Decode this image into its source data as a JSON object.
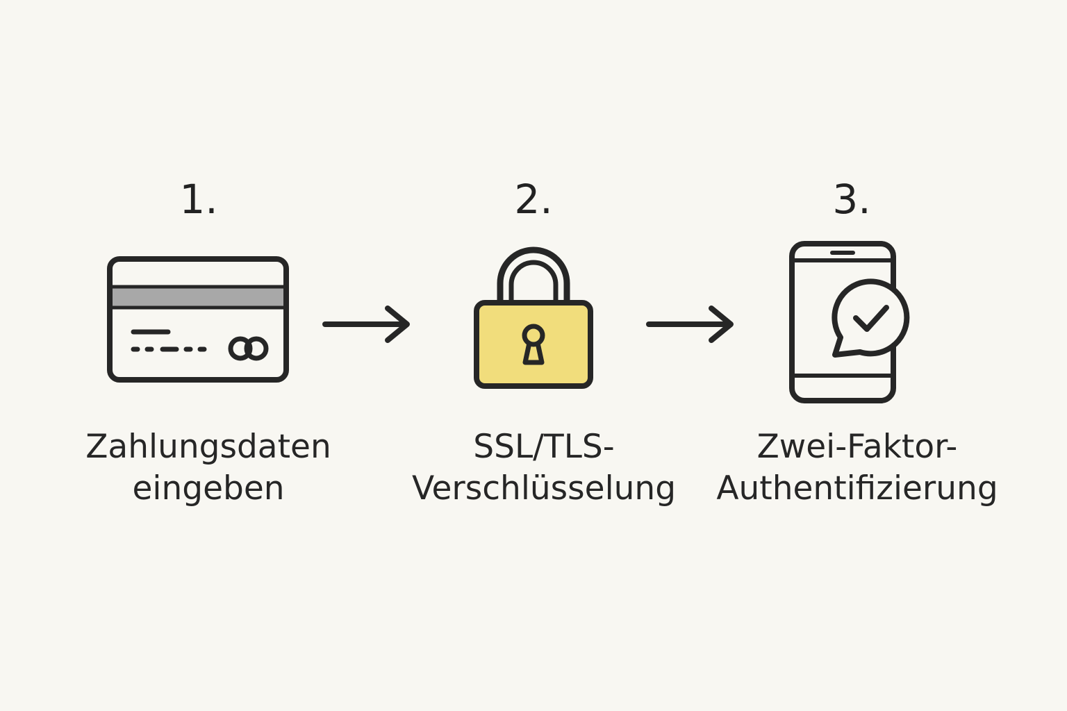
{
  "colors": {
    "background": "#f8f7f2",
    "ink": "#262626",
    "card_stripe": "#a8a8a8",
    "lock_body": "#f1dd7c"
  },
  "steps": [
    {
      "number": "1.",
      "label_line1": "Zahlungsdaten",
      "label_line2": "eingeben",
      "icon": "credit-card-icon"
    },
    {
      "number": "2.",
      "label_line1": "SSL/TLS-",
      "label_line2": "Verschlüsselung",
      "icon": "padlock-icon"
    },
    {
      "number": "3.",
      "label_line1": "Zwei-Faktor-",
      "label_line2": "Authentifizierung",
      "icon": "smartphone-check-icon"
    }
  ],
  "connectors": [
    {
      "icon": "arrow-right-icon"
    },
    {
      "icon": "arrow-right-icon"
    }
  ]
}
